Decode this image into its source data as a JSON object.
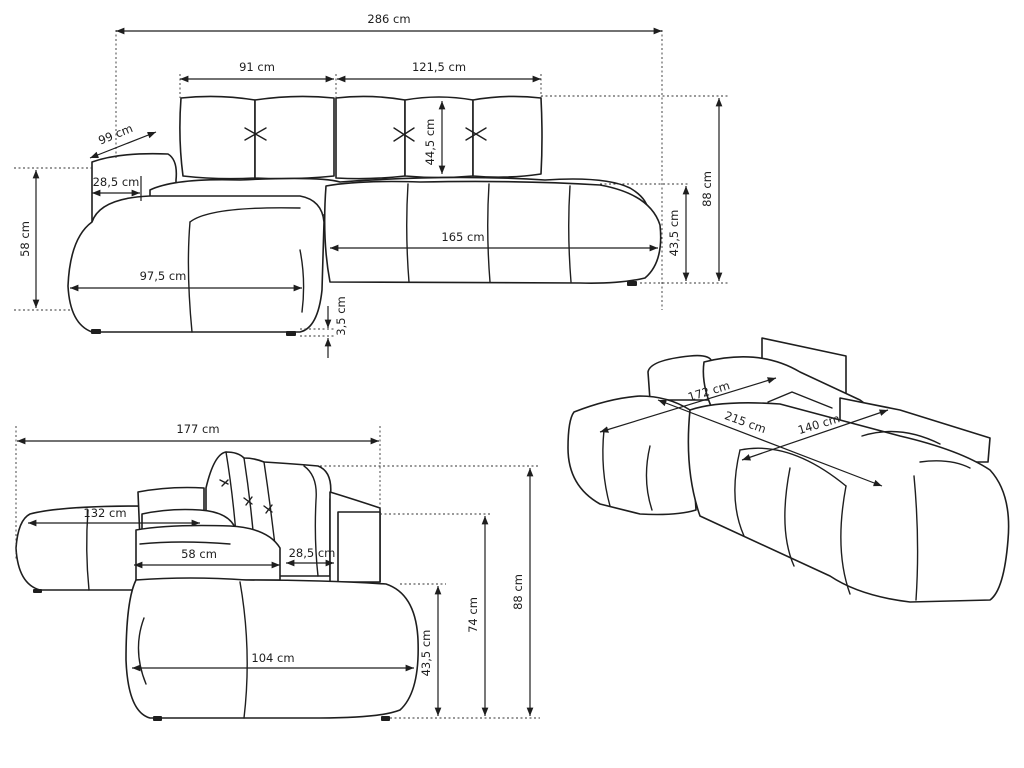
{
  "front_view": {
    "total_width": "286 cm",
    "back_left_width": "91 cm",
    "back_right_width": "121,5 cm",
    "armrest_depth": "99 cm",
    "armrest_width": "28,5 cm",
    "chaise_height": "58 cm",
    "cushion_height": "44,5 cm",
    "total_height": "88 cm",
    "seat_height": "43,5 cm",
    "seat_width": "165 cm",
    "chaise_width": "97,5 cm",
    "leg_height": "3,5 cm"
  },
  "side_view": {
    "total_depth": "177 cm",
    "chaise_depth": "132 cm",
    "seat_depth": "58 cm",
    "armrest_width": "28,5 cm",
    "seat_length": "104 cm",
    "seat_height": "43,5 cm",
    "armrest_height": "74 cm",
    "total_height": "88 cm"
  },
  "bed_view": {
    "bed_width": "172 cm",
    "bed_diagonal": "215 cm",
    "bed_length": "140 cm"
  }
}
